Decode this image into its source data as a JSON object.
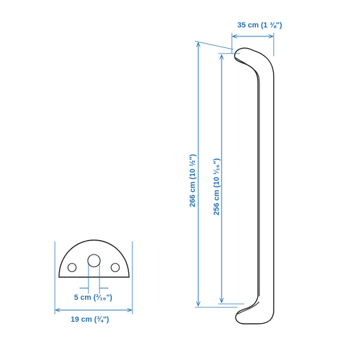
{
  "dimensions": {
    "handle_depth": "35 cm (1 ⅜\")",
    "overall_length": "266 cm (10 ½\")",
    "hole_spacing": "256 cm (10 ¹⁄₁₆\")",
    "hole_diameter": "5 cm (³⁄₁₆\")",
    "handle_width": "19 cm (¾\")"
  },
  "colors": {
    "dimension": "#1f6fb2",
    "outline": "#1a1a1a",
    "background": "#ffffff"
  }
}
